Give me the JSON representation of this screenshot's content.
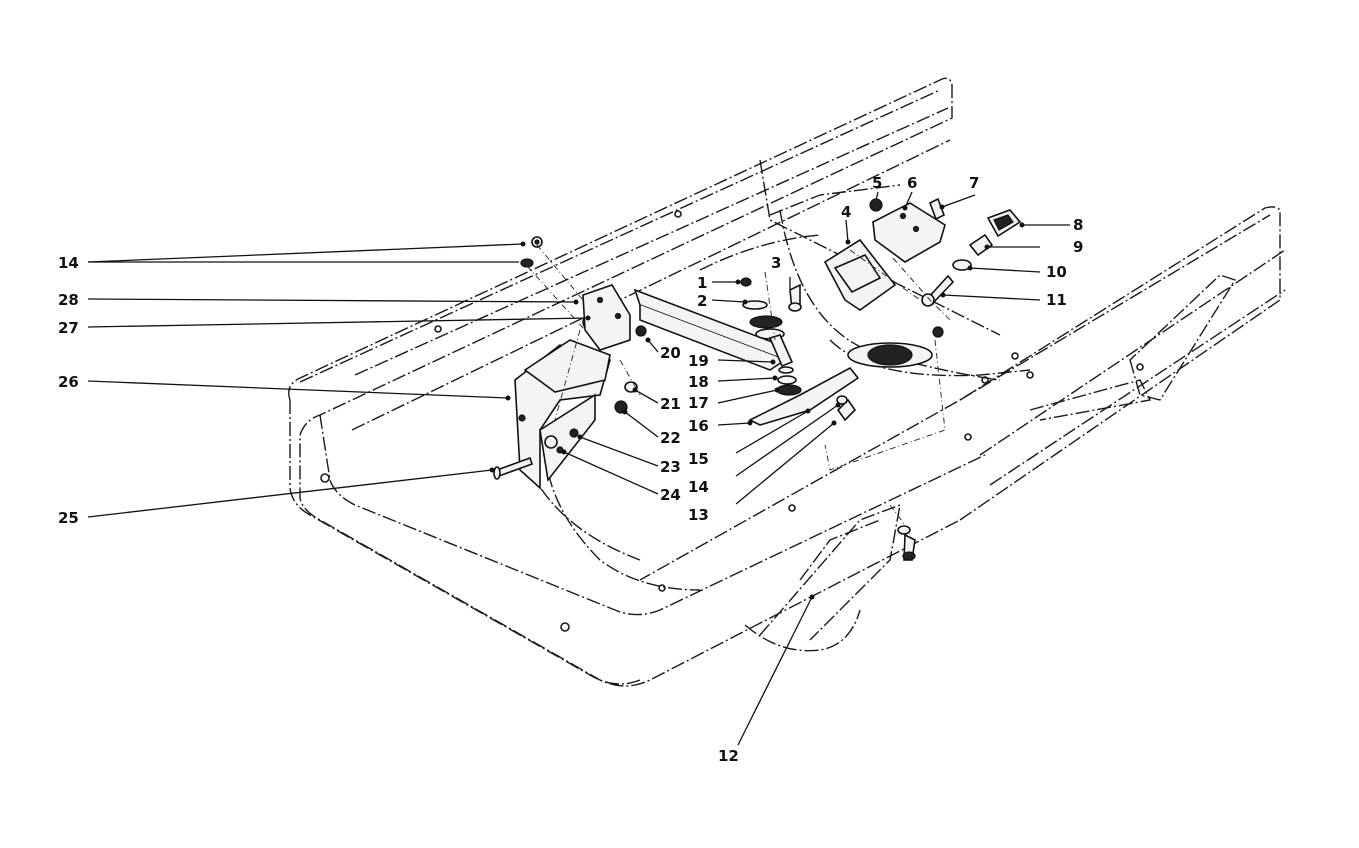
{
  "callouts": [
    {
      "id": "c1",
      "label": "1"
    },
    {
      "id": "c2",
      "label": "2"
    },
    {
      "id": "c3",
      "label": "3"
    },
    {
      "id": "c4",
      "label": "4"
    },
    {
      "id": "c5",
      "label": "5"
    },
    {
      "id": "c6",
      "label": "6"
    },
    {
      "id": "c7",
      "label": "7"
    },
    {
      "id": "c8",
      "label": "8"
    },
    {
      "id": "c9",
      "label": "9"
    },
    {
      "id": "c10",
      "label": "10"
    },
    {
      "id": "c11",
      "label": "11"
    },
    {
      "id": "c12",
      "label": "12"
    },
    {
      "id": "c13",
      "label": "13"
    },
    {
      "id": "c14a",
      "label": "14"
    },
    {
      "id": "c14b",
      "label": "14"
    },
    {
      "id": "c15",
      "label": "15"
    },
    {
      "id": "c16",
      "label": "16"
    },
    {
      "id": "c17",
      "label": "17"
    },
    {
      "id": "c18",
      "label": "18"
    },
    {
      "id": "c19",
      "label": "19"
    },
    {
      "id": "c20",
      "label": "20"
    },
    {
      "id": "c21",
      "label": "21"
    },
    {
      "id": "c22",
      "label": "22"
    },
    {
      "id": "c23",
      "label": "23"
    },
    {
      "id": "c24",
      "label": "24"
    },
    {
      "id": "c25",
      "label": "25"
    },
    {
      "id": "c26",
      "label": "26"
    },
    {
      "id": "c27",
      "label": "27"
    },
    {
      "id": "c28",
      "label": "28"
    }
  ]
}
